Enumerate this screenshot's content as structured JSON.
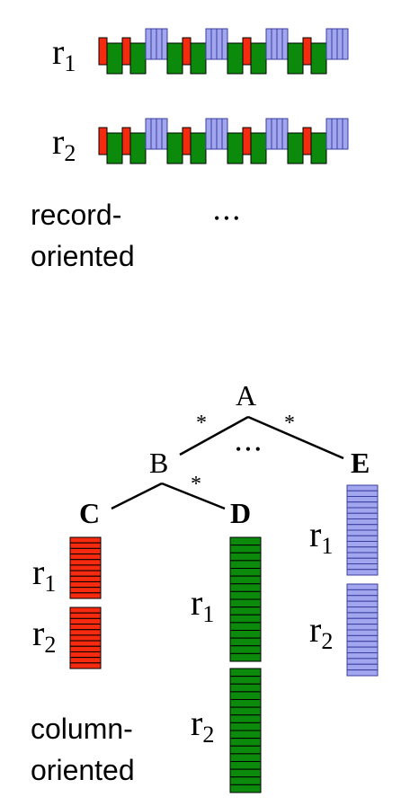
{
  "colors": {
    "red": "#f52a0e",
    "green": "#0c8a0c",
    "blue": "#a1a6ef",
    "outline": "#000000",
    "blue_outline": "#3b3f9e"
  },
  "record_oriented": {
    "row_labels": [
      {
        "letter": "r",
        "sub": "1"
      },
      {
        "letter": "r",
        "sub": "2"
      }
    ],
    "ellipsis": "• • •",
    "caption": [
      "record-",
      "oriented"
    ]
  },
  "column_oriented": {
    "nodes": {
      "A": "A",
      "B": "B",
      "C": "C",
      "D": "D",
      "E": "E"
    },
    "stars": [
      "*",
      "*",
      "*"
    ],
    "ellipsis": "• • •",
    "labels": {
      "C": [
        {
          "letter": "r",
          "sub": "1"
        },
        {
          "letter": "r",
          "sub": "2"
        }
      ],
      "D": [
        {
          "letter": "r",
          "sub": "1"
        },
        {
          "letter": "r",
          "sub": "2"
        }
      ],
      "E": [
        {
          "letter": "r",
          "sub": "1"
        },
        {
          "letter": "r",
          "sub": "2"
        }
      ]
    },
    "caption": [
      "column-",
      "oriented"
    ]
  }
}
